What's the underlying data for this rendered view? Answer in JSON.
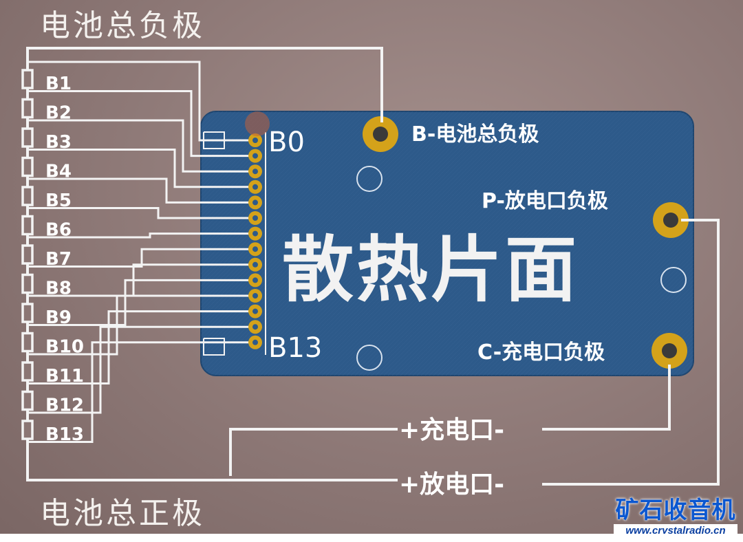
{
  "labels": {
    "top_negative": "电池总负极",
    "bottom_positive": "电池总正极",
    "heatsink": "散热片面",
    "pin_b0": "B0",
    "pin_b13": "B13",
    "b_minus": "B-电池总负极",
    "p_minus": "P-放电口负极",
    "c_minus": "C-充电口负极",
    "charge_port": "+充电口-",
    "discharge_port": "+放电口-"
  },
  "cells": [
    "B1",
    "B2",
    "B3",
    "B4",
    "B5",
    "B6",
    "B7",
    "B8",
    "B9",
    "B10",
    "B11",
    "B12",
    "B13"
  ],
  "brand": {
    "name": "矿石收音机",
    "url": "www.crystalradio.cn"
  },
  "colors": {
    "board": "#2d5a8a",
    "pad_gold": "#d4a21a",
    "wire": "#f3f3f3",
    "background": "#8d7876",
    "brand_blue": "#0b57d0"
  }
}
